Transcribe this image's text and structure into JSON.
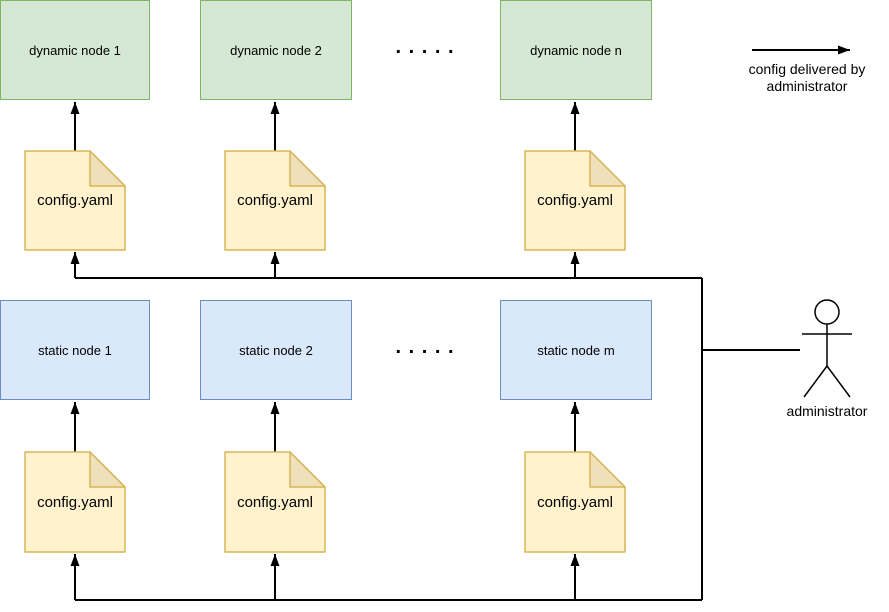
{
  "rows": {
    "dynamic": {
      "nodes": [
        "dynamic node 1",
        "dynamic node 2",
        "dynamic node n"
      ],
      "ellipsis": ". . . . ."
    },
    "static": {
      "nodes": [
        "static node 1",
        "static node 2",
        "static node m"
      ],
      "ellipsis": ". . . . ."
    }
  },
  "config_file": {
    "label": "config.yaml"
  },
  "legend": {
    "line1": "config delivered by",
    "line2": "administrator"
  },
  "actor": {
    "label": "administrator"
  },
  "colors": {
    "dynamic_node_fill": "#d5e8d4",
    "dynamic_node_stroke": "#82b366",
    "static_node_fill": "#dae8fc",
    "static_node_stroke": "#6c8ebf",
    "config_file_fill": "#fff2cc",
    "config_file_stroke": "#d6b656",
    "config_file_fold": "#efe0bb",
    "connector": "#000000",
    "background": "#ffffff"
  }
}
